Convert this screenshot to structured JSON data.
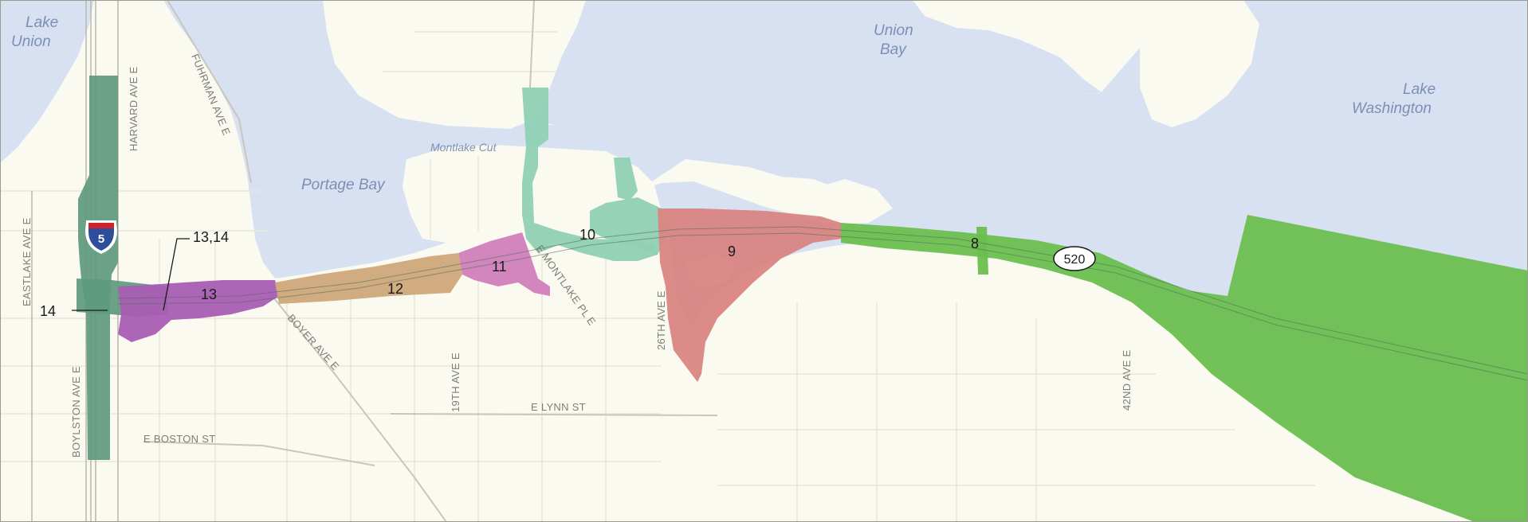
{
  "water_labels": {
    "lake_union_line1": "Lake",
    "lake_union_line2": "Union",
    "union_bay_line1": "Union",
    "union_bay_line2": "Bay",
    "lake_washington_line1": "Lake",
    "lake_washington_line2": "Washington",
    "portage_bay": "Portage Bay",
    "montlake_cut": "Montlake Cut"
  },
  "streets": {
    "harvard": "HARVARD AVE E",
    "fuhrman": "FUHRMAN AVE E",
    "eastlake": "EASTLAKE AVE E",
    "boylston": "BOYLSTON AVE E",
    "boyer": "BOYER AVE E",
    "nineteenth": "19TH AVE E",
    "montlake_pl": "E MONTLAKE PL E",
    "twenty_sixth": "26TH AVE E",
    "lynn": "E LYNN ST",
    "boston": "E BOSTON ST",
    "forty_second": "42ND AVE E"
  },
  "segments": {
    "s8": "8",
    "s9": "9",
    "s10": "10",
    "s11": "11",
    "s12": "12",
    "s13": "13",
    "s14_callout": "14",
    "s13_14_callout": "13,14"
  },
  "shields": {
    "interstate": "5",
    "state_route": "520"
  },
  "colors": {
    "land": "#fbfaf1",
    "water": "#d7e1f2",
    "segment_8": "#6cbf4f",
    "segment_9": "#d98582",
    "segment_10": "#8fd0b4",
    "segment_11": "#d17fb9",
    "segment_12": "#cfa87a",
    "segment_13": "#a95db4",
    "segment_14": "#5e9a7e"
  }
}
